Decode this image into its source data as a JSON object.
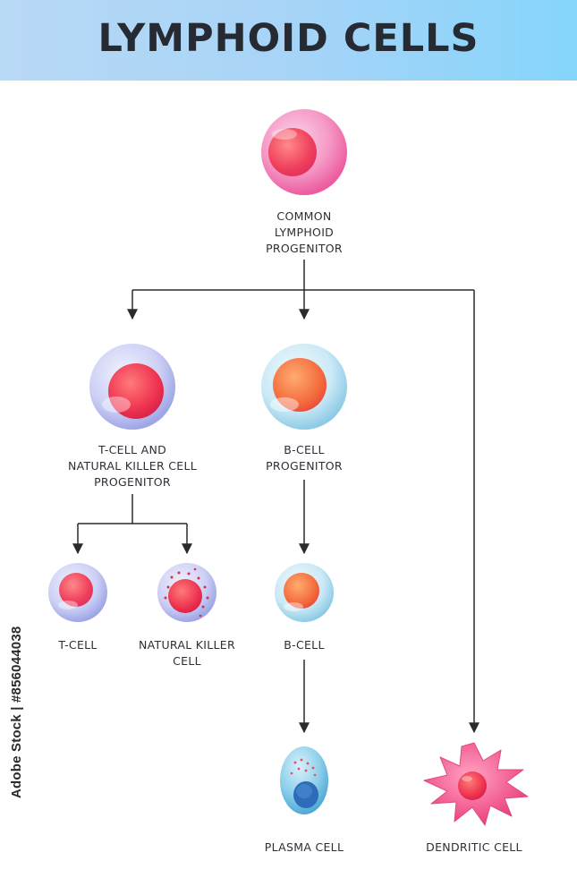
{
  "header": {
    "title": "LYMPHOID CELLS"
  },
  "nodes": {
    "common_progenitor": "COMMON\nLYMPHOID\nPROGENITOR",
    "t_nk_progenitor": "T-CELL AND\nNATURAL KILLER CELL\nPROGENITOR",
    "b_progenitor": "B-CELL\nPROGENITOR",
    "t_cell": "T-CELL",
    "nk_cell": "NATURAL KILLER\nCELL",
    "b_cell": "B-CELL",
    "plasma_cell": "PLASMA CELL",
    "dendritic_cell": "DENDRITIC CELL"
  },
  "watermark": "Adobe Stock | #856044038",
  "colors": {
    "header_start": "#b9d9f5",
    "header_end": "#86d5fb",
    "arrow": "#2b2b2b",
    "pink_cell": "#f06aa8",
    "lavender_cell": "#b9bff0",
    "light_blue_cell": "#bfe3f4",
    "nucleus_red": "#ef3a4f",
    "nucleus_orange": "#f26a3c"
  }
}
